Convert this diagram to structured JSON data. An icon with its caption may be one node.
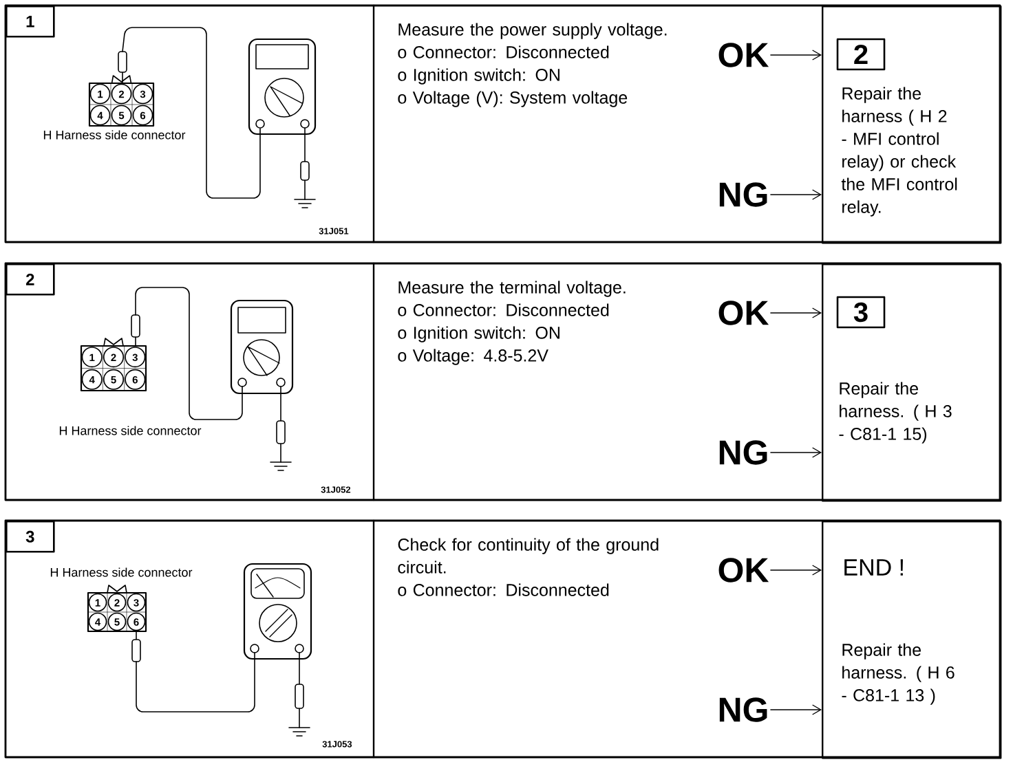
{
  "diagram": {
    "nodes": [
      {
        "text": [
          "1"
        ]
      },
      {
        "text": [
          "Measure the power supply voltage.",
          "o Connector: Disconnected",
          "o Ignition switch: ON",
          "o Voltage (V): System voltage"
        ]
      },
      {
        "text": [
          "OK"
        ]
      },
      {
        "text": [
          "NG"
        ]
      },
      {
        "text": [],
        "shape": "box"
      },
      {
        "text": [
          "2"
        ],
        "in": 4
      },
      {
        "text": [
          "Repair the harness ( H 2 - MFI control relay) or check the MFI control relay."
        ],
        "in": 4
      },
      {
        "text": [
          "2"
        ]
      },
      {
        "text": [
          "Measure the terminal voltage.",
          "o Connector: Disconnected",
          "o Ignition switch: ON",
          "o Voltage: 4.8-5.2V"
        ]
      },
      {
        "text": [
          "OK"
        ]
      },
      {
        "text": [
          "NG"
        ]
      },
      {
        "text": [],
        "shape": "box"
      },
      {
        "text": [
          "3"
        ],
        "in": 11
      },
      {
        "text": [
          "Repair the harness. ( H 3 - C81-1 15)"
        ],
        "in": 11
      },
      {
        "text": [
          "3"
        ]
      },
      {
        "text": [
          "Check for continuity of the ground circuit.",
          "o Connector: Disconnected"
        ]
      },
      {
        "text": [
          "OK"
        ]
      },
      {
        "text": [
          "NG"
        ]
      },
      {
        "text": [],
        "shape": "box"
      },
      {
        "text": [
          "END !"
        ],
        "in": 18
      },
      {
        "text": [
          "Repair the harness. ( H 6 - C81-1 13 )"
        ],
        "in": 18
      }
    ],
    "edges": [
      {
        "from": 2,
        "to": 4,
        "arrow": "to"
      },
      {
        "from": 3,
        "to": 4,
        "arrow": "to"
      },
      {
        "from": 9,
        "to": 11,
        "arrow": "to"
      },
      {
        "from": 10,
        "to": 11,
        "arrow": "to"
      },
      {
        "from": 16,
        "to": 18,
        "arrow": "to"
      },
      {
        "from": 17,
        "to": 18,
        "arrow": "to"
      }
    ],
    "labels": [
      "H Harness side connector",
      "1",
      "2",
      "3",
      "4",
      "5",
      "6",
      "31J051",
      "H Harness side connector",
      "1",
      "2",
      "3",
      "4",
      "5",
      "6",
      "31J052",
      "H Harness side connector",
      "1",
      "2",
      "3",
      "4",
      "5",
      "6",
      "31J053"
    ]
  }
}
